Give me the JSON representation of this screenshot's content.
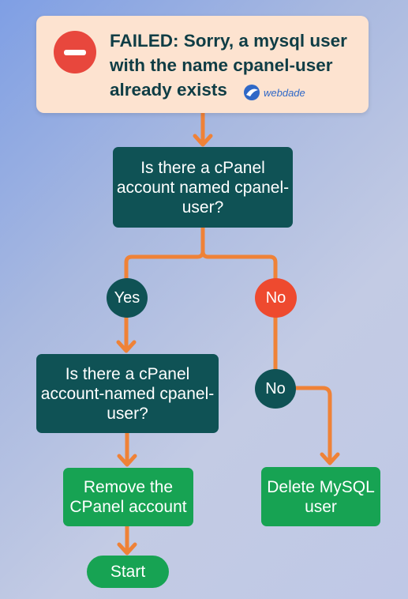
{
  "banner": {
    "icon": "no-entry-icon",
    "message": "FAILED: Sorry, a mysql user with the name cpanel-user already exists",
    "logo_text": "webdade",
    "bg_color": "#fde3d0",
    "icon_color": "#e8473d"
  },
  "nodes": {
    "q1": "Is there a cPanel account named cpanel-user?",
    "yes": "Yes",
    "no_top": "No",
    "q2": "Is there a cPanel account-named cpanel-user?",
    "no_mid": "No",
    "remove": "Remove the CPanel account",
    "delete": "Delete MySQL user",
    "start": "Start"
  },
  "colors": {
    "connector": "#ef8237",
    "decision_box": "#0f5255",
    "action_box": "#17a353",
    "no_circle": "#ee4a2f"
  }
}
